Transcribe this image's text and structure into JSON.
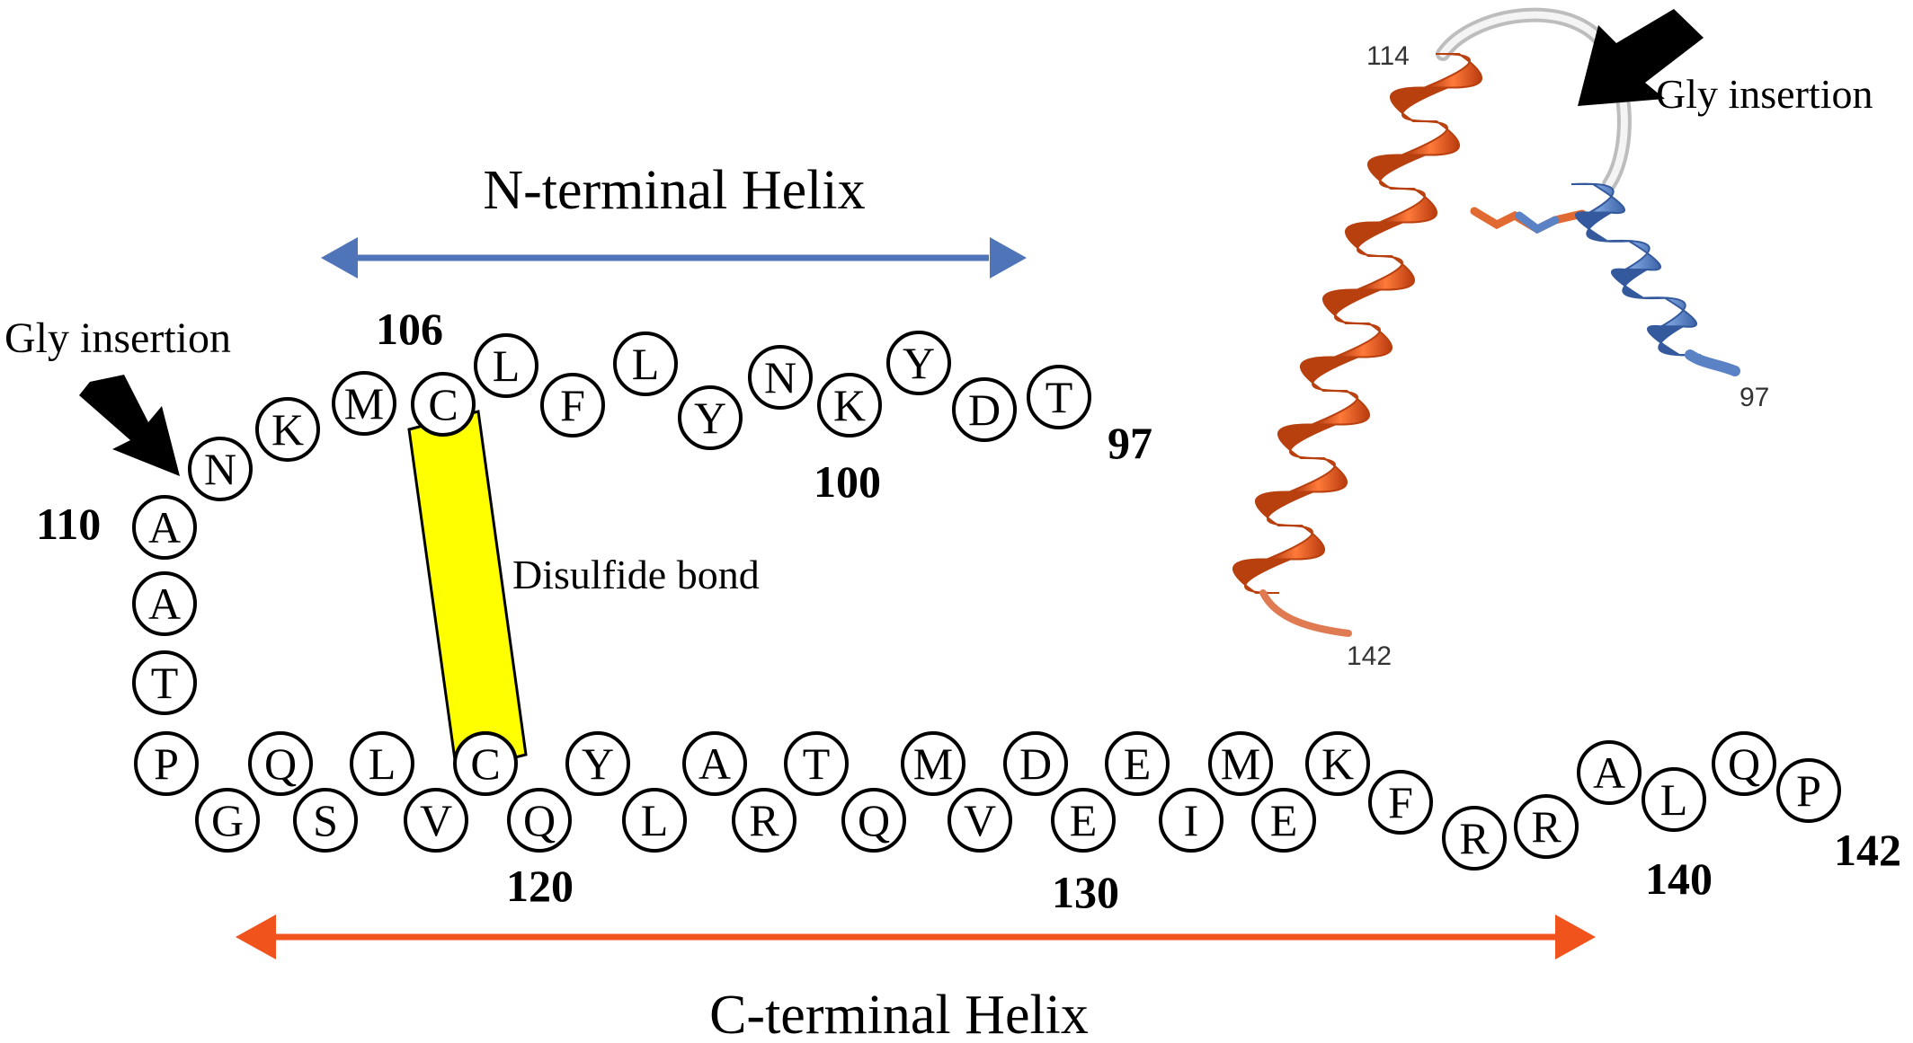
{
  "colors": {
    "n_helix": "#4f74b8",
    "c_helix": "#f0531c",
    "disulfide": "#ffff00",
    "ribbon_orange": "#ee5a1f",
    "ribbon_blue": "#5b82c4",
    "ribbon_loop": "#d9d9d9"
  },
  "labels": {
    "n_helix": "N-terminal Helix",
    "c_helix": "C-terminal Helix",
    "gly_insertion": "Gly insertion",
    "gly_insertion_3d": "Gly insertion",
    "disulfide": "Disulfide bond"
  },
  "numbers": {
    "n97": "97",
    "n100": "100",
    "n106": "106",
    "n110": "110",
    "n120": "120",
    "n130": "130",
    "n140": "140",
    "n142": "142"
  },
  "structure_labels": {
    "r114": "114",
    "r97": "97",
    "r142": "142"
  },
  "residues": {
    "top": [
      "T",
      "D",
      "Y",
      "K",
      "N",
      "Y",
      "L",
      "F",
      "L",
      "C",
      "M",
      "K",
      "N"
    ],
    "left": [
      "A",
      "A",
      "T"
    ],
    "bottom": [
      "P",
      "G",
      "Q",
      "S",
      "L",
      "V",
      "C",
      "Q",
      "Y",
      "L",
      "A",
      "R",
      "T",
      "Q",
      "M",
      "V",
      "D",
      "E",
      "E",
      "I",
      "M",
      "E",
      "K",
      "F",
      "R",
      "R",
      "A",
      "L",
      "Q",
      "P"
    ]
  },
  "icons": [
    "arrow-icon"
  ]
}
